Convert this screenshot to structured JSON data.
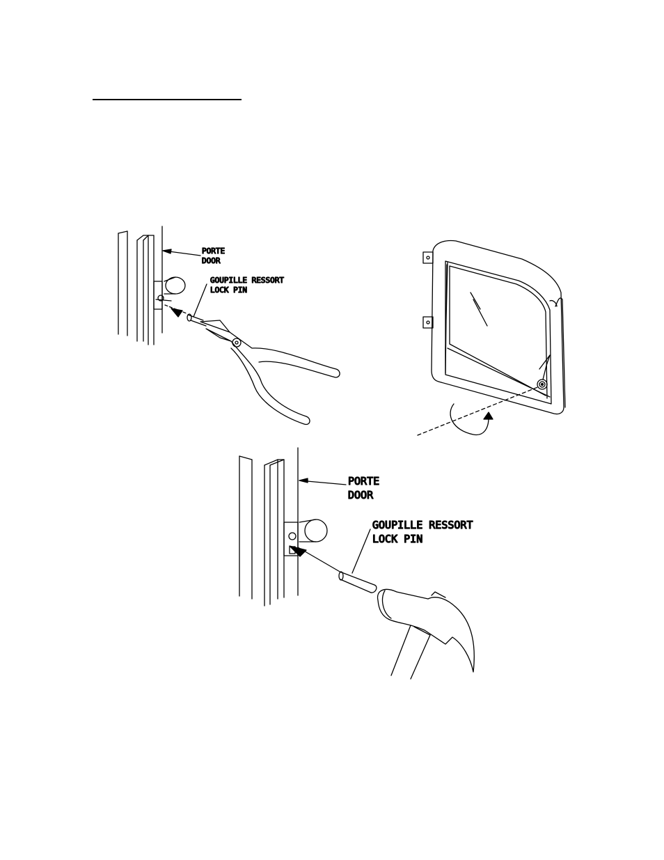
{
  "labels": {
    "fig1": {
      "door_fr": "PORTE",
      "door_en": "DOOR",
      "pin_fr": "GOUPILLE RESSORT",
      "pin_en": "LOCK PIN"
    },
    "fig3": {
      "door_fr": "PORTE",
      "door_en": "DOOR",
      "pin_fr": "GOUPILLE RESSORT",
      "pin_en": "LOCK PIN"
    }
  },
  "colors": {
    "line": "#000000",
    "background": "#ffffff"
  },
  "icons": [
    "pliers-icon",
    "hammer-icon",
    "rotation-arrow-icon",
    "spring-icon"
  ]
}
